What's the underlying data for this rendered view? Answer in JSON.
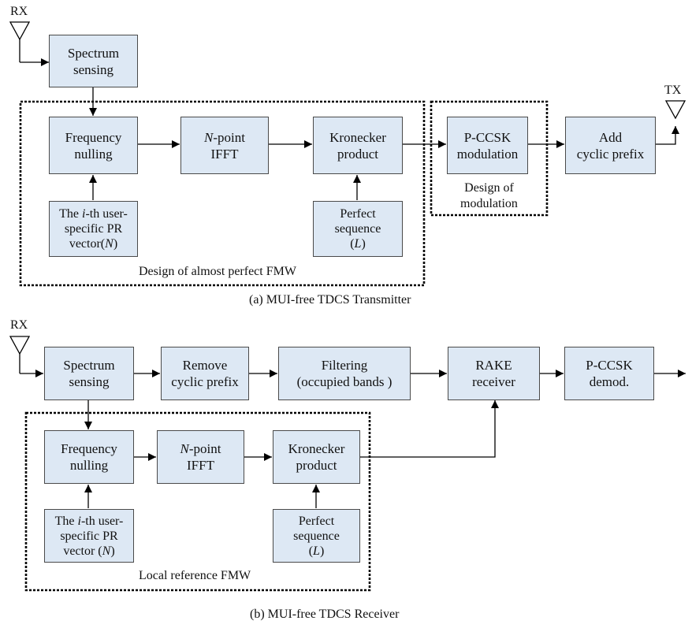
{
  "transmitter": {
    "rx_label": "RX",
    "tx_label": "TX",
    "spectrum_sensing": [
      "Spectrum",
      "sensing"
    ],
    "frequency_nulling": [
      "Frequency",
      "nulling"
    ],
    "npoint_ifft": {
      "n": "N",
      "rest": "-point",
      "line2": "IFFT"
    },
    "kronecker": [
      "Kronecker",
      "product"
    ],
    "pccsk_mod": [
      "P-CCSK",
      "modulation"
    ],
    "add_cp": [
      "Add",
      "cyclic prefix"
    ],
    "pr_vector": {
      "pre": "The ",
      "i": "i",
      "post": "-th user-",
      "line2": "specific PR",
      "line3_pre": "vector(",
      "n": "N",
      "line3_post": ")"
    },
    "perfect_sequence": {
      "line1": "Perfect",
      "line2": "sequence",
      "line3_pre": "(",
      "l": "L",
      "line3_post": ")"
    },
    "group_fmw_label": "Design of almost perfect FMW",
    "group_mod_label_1": "Design of",
    "group_mod_label_2": "modulation",
    "caption": "(a) MUI-free TDCS Transmitter"
  },
  "receiver": {
    "rx_label": "RX",
    "spectrum_sensing": [
      "Spectrum",
      "sensing"
    ],
    "remove_cp": [
      "Remove",
      "cyclic prefix"
    ],
    "filtering": [
      "Filtering",
      "(occupied bands )"
    ],
    "rake": [
      "RAKE",
      "receiver"
    ],
    "pccsk_demod": [
      "P-CCSK",
      "demod."
    ],
    "frequency_nulling": [
      "Frequency",
      "nulling"
    ],
    "npoint_ifft": {
      "n": "N",
      "rest": "-point",
      "line2": "IFFT"
    },
    "kronecker": [
      "Kronecker",
      "product"
    ],
    "pr_vector": {
      "pre": "The ",
      "i": "i",
      "post": "-th user-",
      "line2": "specific PR",
      "line3_pre": "vector (",
      "n": "N",
      "line3_post": ")"
    },
    "perfect_sequence": {
      "line1": "Perfect",
      "line2": "sequence",
      "line3_pre": "(",
      "l": "L",
      "line3_post": ")"
    },
    "group_label": "Local reference FMW",
    "caption": "(b) MUI-free TDCS Receiver"
  }
}
